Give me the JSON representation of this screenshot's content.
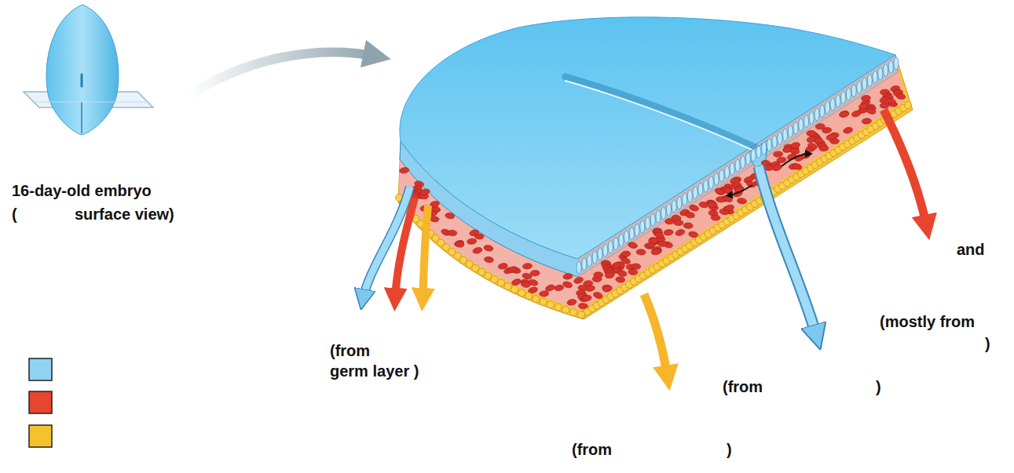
{
  "diagram": {
    "labels": [
      "16-day-old embryo",
      "(",
      "surface view)",
      "(from",
      "germ layer )",
      "and",
      "(mostly from",
      ")",
      "(from",
      ")",
      "(from",
      ")"
    ]
  }
}
